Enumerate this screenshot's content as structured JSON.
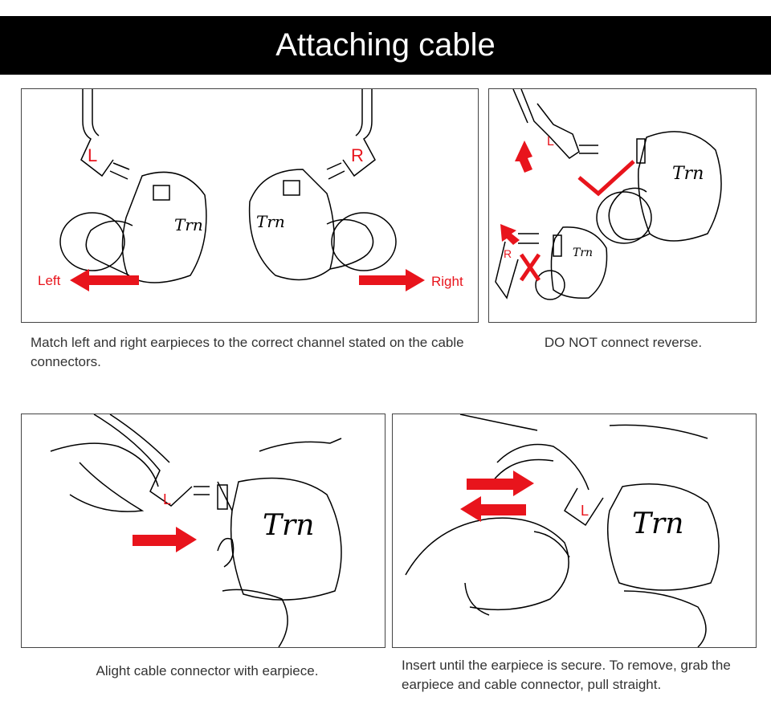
{
  "title": "Attaching cable",
  "panels": {
    "lr": {
      "left_arrow_label": "Left",
      "right_arrow_label": "Right",
      "connector_left": "L",
      "connector_right": "R",
      "logo": "Trn"
    },
    "reverse": {
      "connector_l": "L",
      "connector_r": "R",
      "logo": "Trn"
    },
    "align": {
      "connector": "L",
      "logo": "Trn"
    },
    "insert": {
      "connector": "L",
      "logo": "Trn"
    }
  },
  "captions": {
    "match": "Match left and right earpieces to the correct channel stated on the cable connectors.",
    "reverse": "DO NOT connect reverse.",
    "align": "Alight cable connector with earpiece.",
    "insert": "Insert until the earpiece is secure. To remove, grab the earpiece and cable connector, pull straight."
  },
  "colors": {
    "accent": "#e8141c",
    "title_bg": "#000000"
  }
}
